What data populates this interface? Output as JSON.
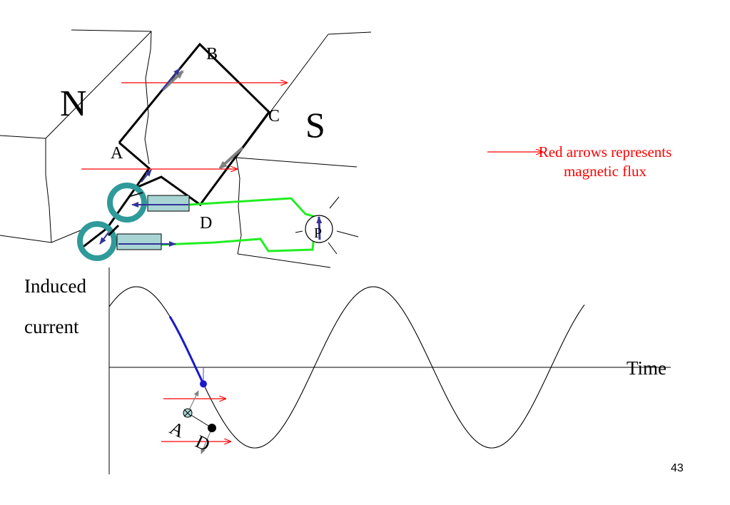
{
  "diagram": {
    "pole_north": "N",
    "pole_south": "S",
    "corner_a": "A",
    "corner_b": "B",
    "corner_c": "C",
    "corner_d": "D",
    "lamp_label": "P",
    "legend_text": "Red arrows represents magnetic flux",
    "colors": {
      "flux_arrow": "#ff0000",
      "force_arrow": "#33339a",
      "gray_arrow": "#808080",
      "slip_ring": "#2f9a9a",
      "brush": "#a8d4d4",
      "wire": "#22ee22",
      "current_curve": "#000000",
      "highlight_curve": "#1a1acc"
    }
  },
  "graph": {
    "ylabel_line1": "Induced",
    "ylabel_line2": "current",
    "xlabel": "Time",
    "mini_label_a": "A",
    "mini_label_d": "D",
    "curve_type": "sine"
  },
  "page_number": "43"
}
